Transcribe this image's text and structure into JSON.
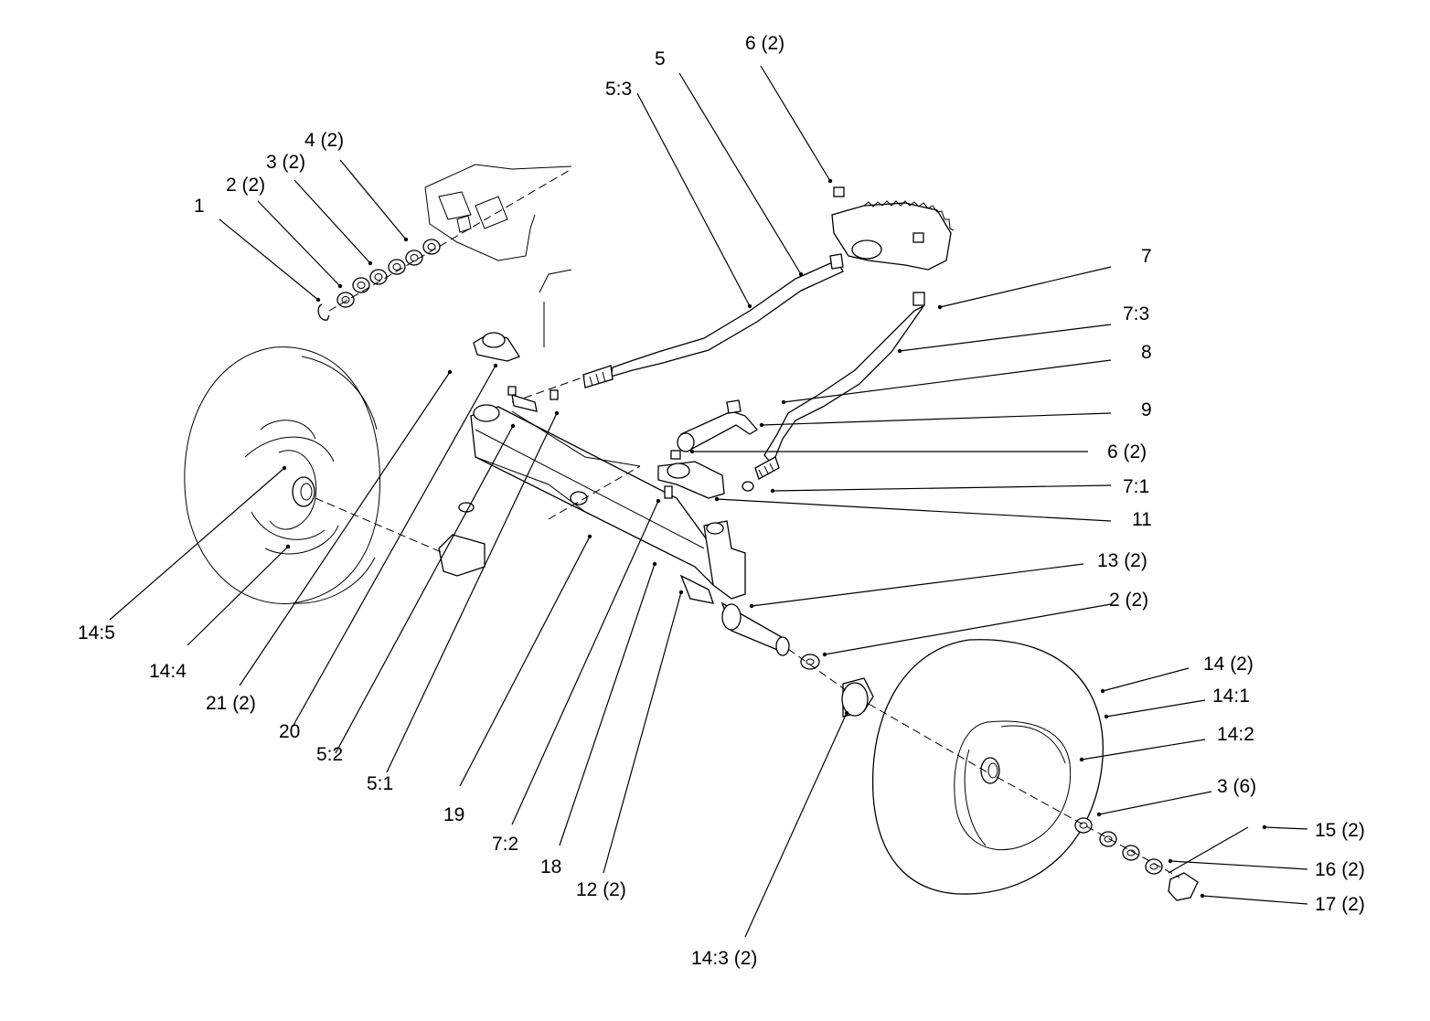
{
  "callouts": [
    {
      "id": "c1",
      "text": "1"
    },
    {
      "id": "c2",
      "text": "2 (2)"
    },
    {
      "id": "c3",
      "text": "3 (2)"
    },
    {
      "id": "c4",
      "text": "4 (2)"
    },
    {
      "id": "c53",
      "text": "5:3"
    },
    {
      "id": "c5",
      "text": "5"
    },
    {
      "id": "c6top",
      "text": "6 (2)"
    },
    {
      "id": "c7",
      "text": "7"
    },
    {
      "id": "c73",
      "text": "7:3"
    },
    {
      "id": "c8",
      "text": "8"
    },
    {
      "id": "c9",
      "text": "9"
    },
    {
      "id": "c6mid",
      "text": "6 (2)"
    },
    {
      "id": "c71",
      "text": "7:1"
    },
    {
      "id": "c11",
      "text": "11"
    },
    {
      "id": "c13",
      "text": "13 (2)"
    },
    {
      "id": "c2b",
      "text": "2 (2)"
    },
    {
      "id": "c14",
      "text": "14 (2)"
    },
    {
      "id": "c141",
      "text": "14:1"
    },
    {
      "id": "c142",
      "text": "14:2"
    },
    {
      "id": "c36",
      "text": "3 (6)"
    },
    {
      "id": "c15",
      "text": "15 (2)"
    },
    {
      "id": "c16",
      "text": "16 (2)"
    },
    {
      "id": "c17",
      "text": "17 (2)"
    },
    {
      "id": "c143",
      "text": "14:3 (2)"
    },
    {
      "id": "c145",
      "text": "14:5"
    },
    {
      "id": "c144",
      "text": "14:4"
    },
    {
      "id": "c21",
      "text": "21 (2)"
    },
    {
      "id": "c20",
      "text": "20"
    },
    {
      "id": "c52",
      "text": "5:2"
    },
    {
      "id": "c51",
      "text": "5:1"
    },
    {
      "id": "c19",
      "text": "19"
    },
    {
      "id": "c72",
      "text": "7:2"
    },
    {
      "id": "c18",
      "text": "18"
    },
    {
      "id": "c12",
      "text": "12 (2)"
    }
  ]
}
